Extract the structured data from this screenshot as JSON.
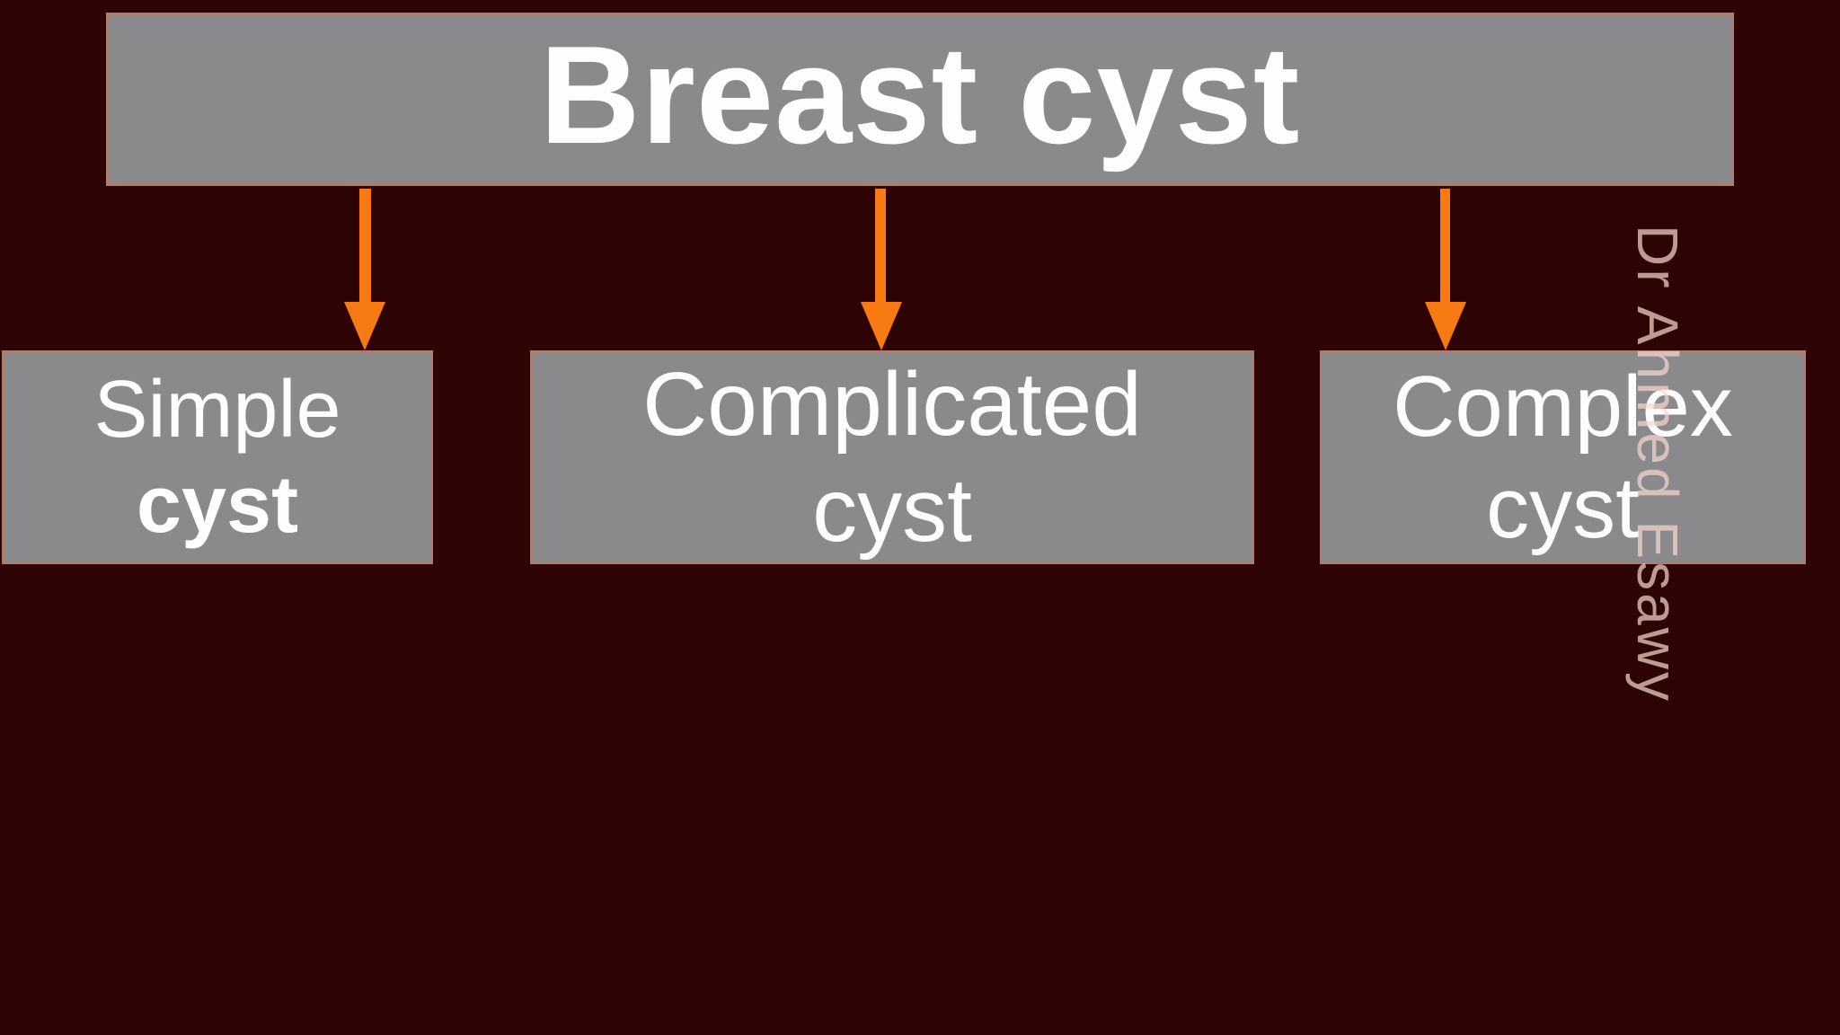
{
  "slide": {
    "title": "Breast cyst",
    "nodes": [
      {
        "line1": "Simple",
        "line2": "cyst",
        "line2_bold": true
      },
      {
        "line1": "Complicated",
        "line2": "cyst",
        "line2_bold": false
      },
      {
        "line1": "Complex",
        "line2": "cyst",
        "line2_bold": false
      }
    ],
    "watermark": "Dr Ahmed Esawy",
    "colors": {
      "background": "#2e0303",
      "box_fill": "#8a8a8c",
      "box_border": "#a87f71",
      "box_text": "#fdfdfd",
      "arrow": "#f87a12",
      "watermark_text": "#c39b94"
    }
  }
}
